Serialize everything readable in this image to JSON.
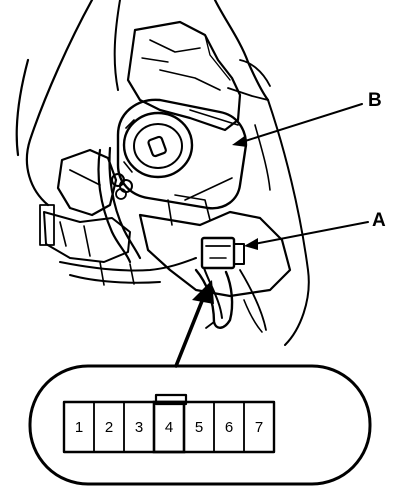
{
  "callouts": {
    "a": "A",
    "b": "B"
  },
  "connector": {
    "pins": [
      "1",
      "2",
      "3",
      "4",
      "5",
      "6",
      "7"
    ],
    "highlighted_pin": "4"
  }
}
